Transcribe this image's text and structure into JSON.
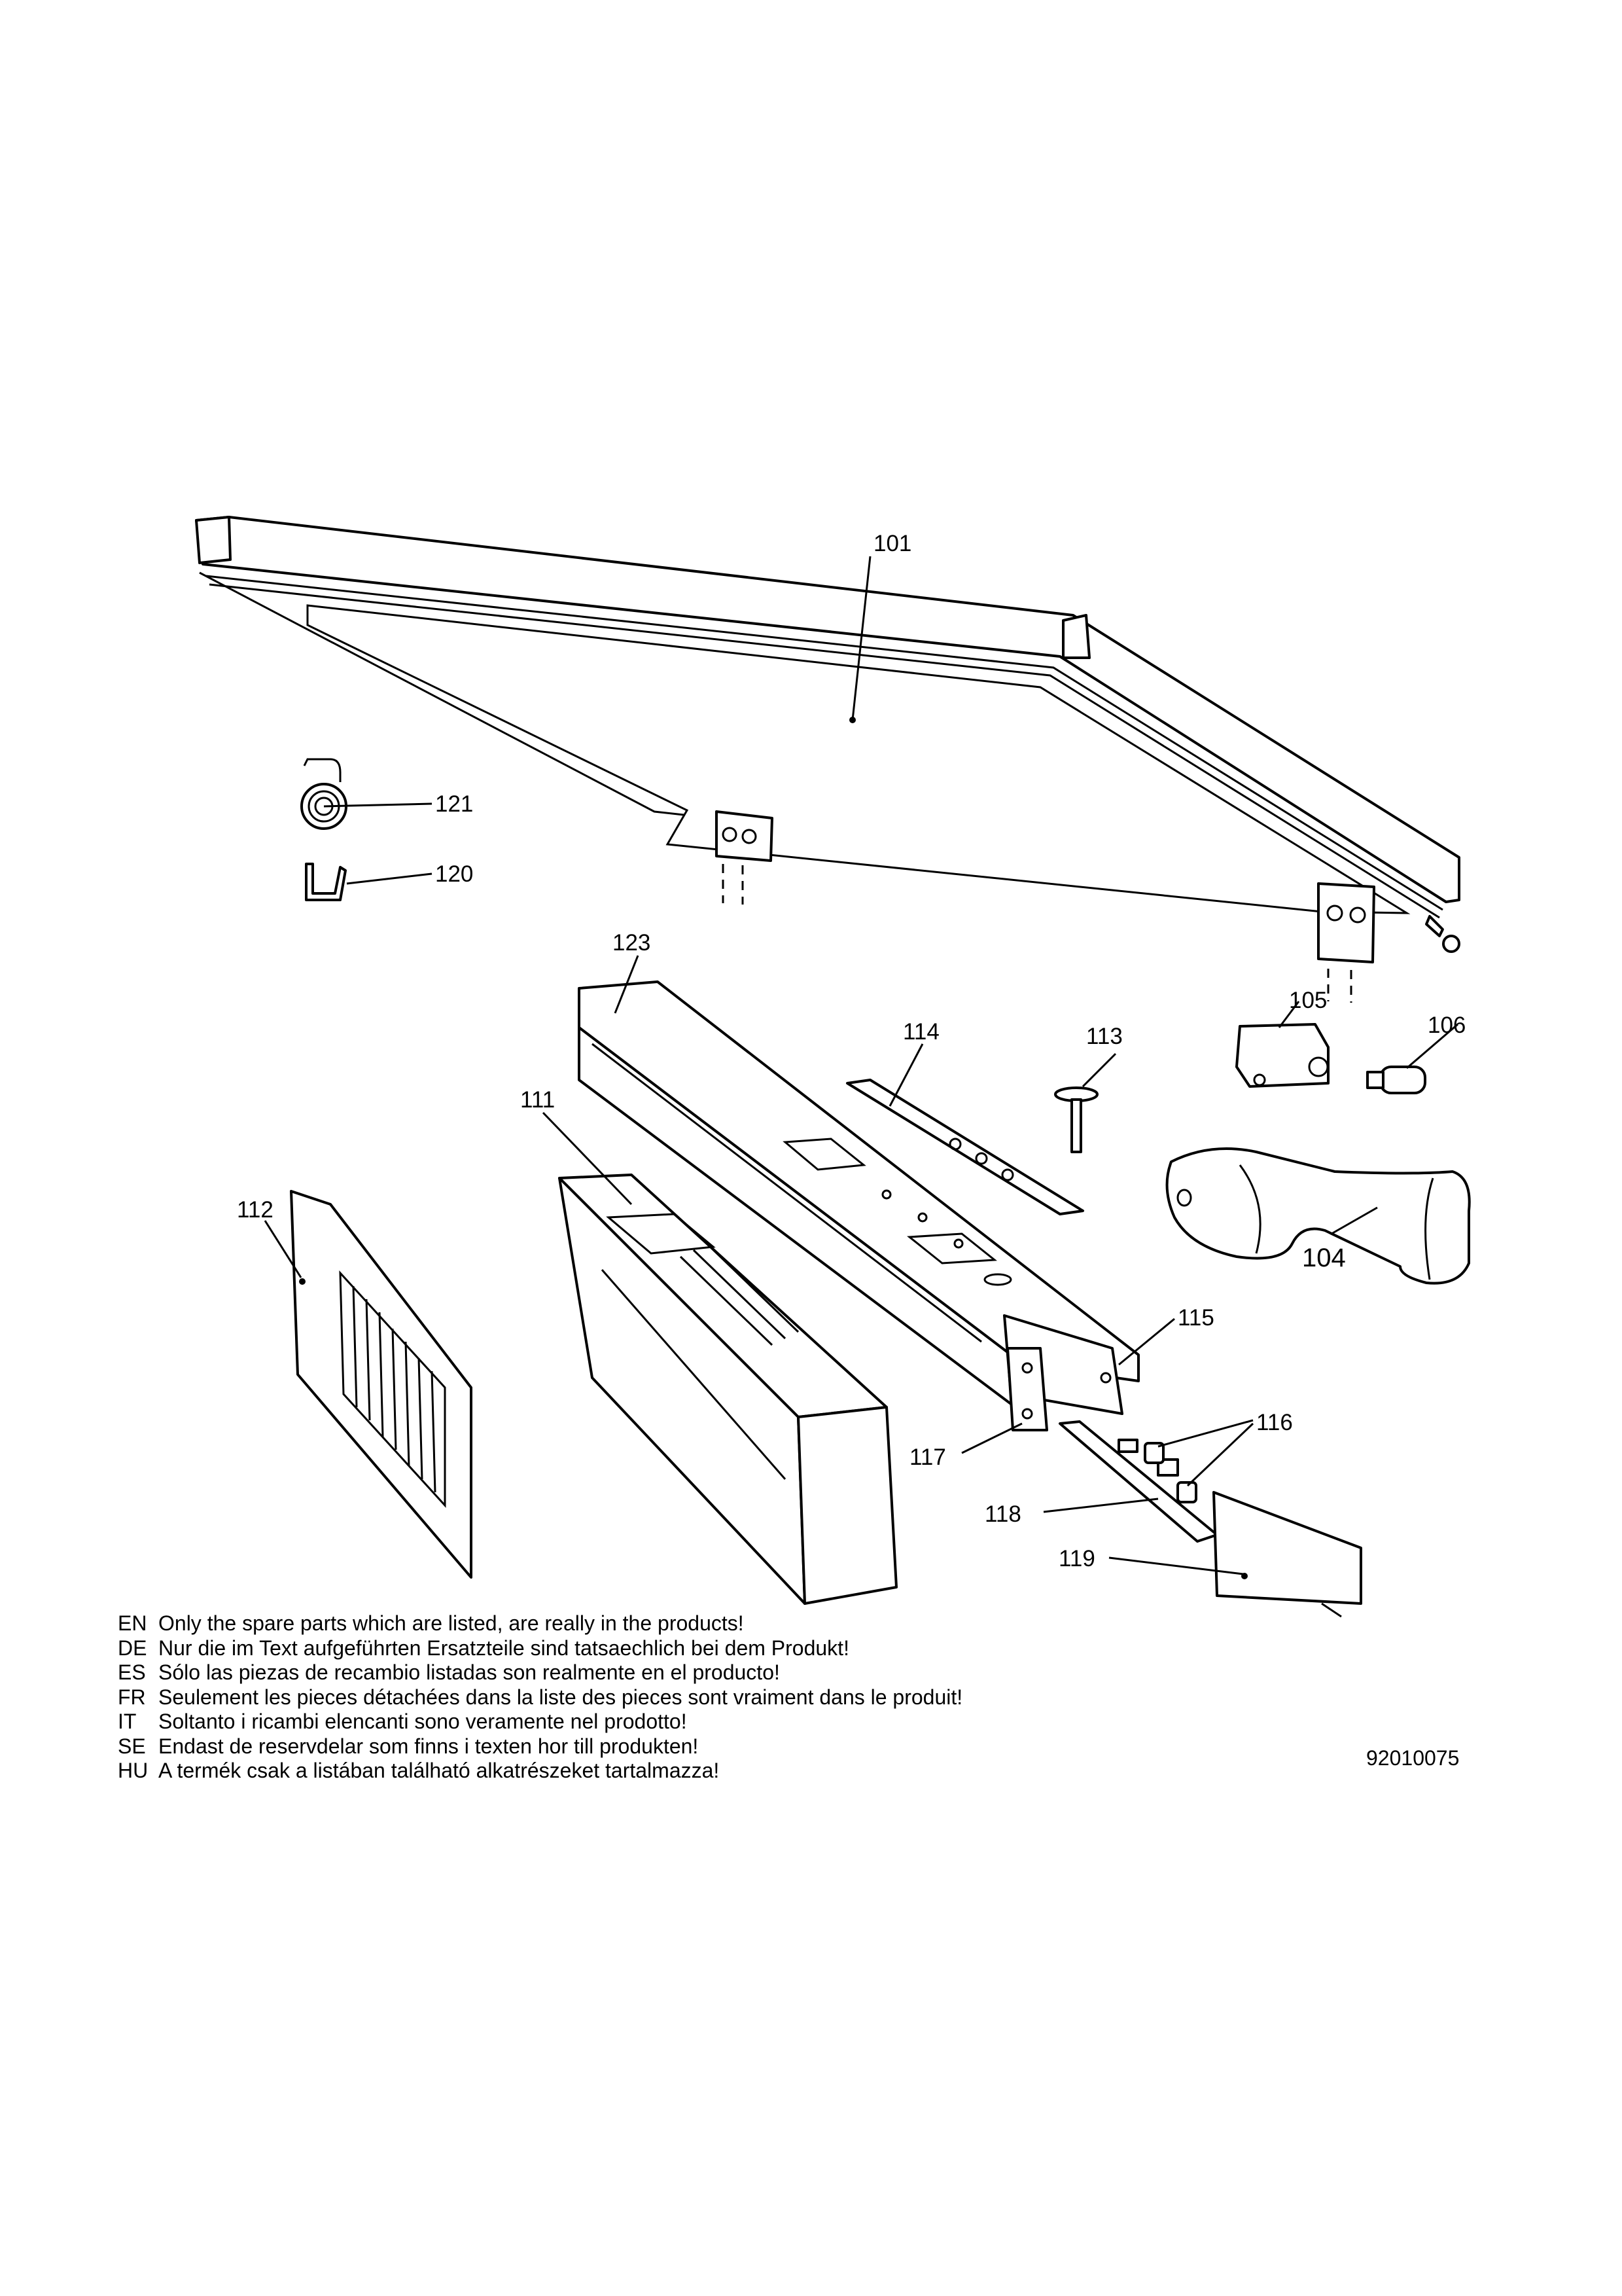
{
  "part_labels": {
    "p101": "101",
    "p104": "104",
    "p105": "105",
    "p106": "106",
    "p111": "111",
    "p112": "112",
    "p113": "113",
    "p114": "114",
    "p115": "115",
    "p116": "116",
    "p117": "117",
    "p118": "118",
    "p119": "119",
    "p120": "120",
    "p121": "121",
    "p123": "123"
  },
  "notice": [
    {
      "lang": "EN",
      "text": "Only the spare parts which are listed, are really in the products!"
    },
    {
      "lang": "DE",
      "text": "Nur die im Text aufgeführten Ersatzteile sind tatsaechlich bei dem Produkt!"
    },
    {
      "lang": "ES",
      "text": "Sólo las piezas de recambio  listadas son realmente en el producto!"
    },
    {
      "lang": "FR",
      "text": "Seulement les pieces détachées dans la liste des pieces sont vraiment dans le produit!"
    },
    {
      "lang": "IT",
      "text": "Soltanto i ricambi elencanti sono veramente nel prodotto!"
    },
    {
      "lang": "SE",
      "text": "Endast de reservdelar som finns i texten hor till produkten!"
    },
    {
      "lang": "HU",
      "text": "A termék csak a listában található alkatrészeket tartalmazza!"
    }
  ],
  "document_code": "92010075"
}
